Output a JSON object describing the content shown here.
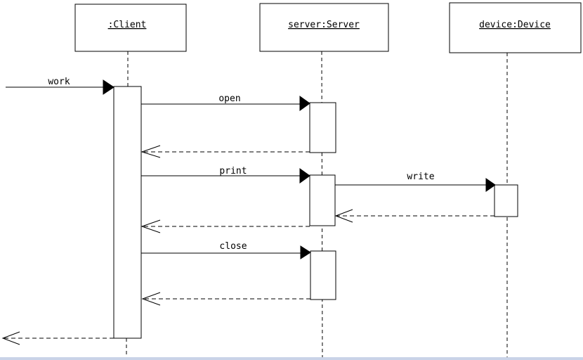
{
  "objects": {
    "client": ":Client",
    "server": "server:Server",
    "device": "device:Device"
  },
  "messages": {
    "work": "work",
    "open": "open",
    "print": "print",
    "write": "write",
    "close": "close"
  }
}
